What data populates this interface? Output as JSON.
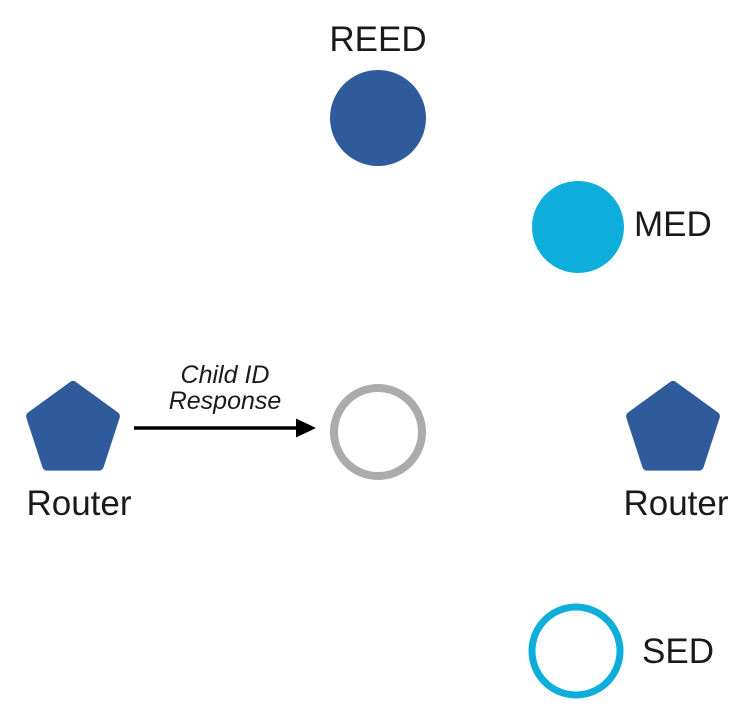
{
  "diagram": {
    "type": "network-topology",
    "colors": {
      "router_blue": "#2F5B9D",
      "end_device_cyan": "#0DAEDB",
      "joining_gray": "#ABABAB",
      "arrow_black": "#000000"
    },
    "nodes": {
      "reed": {
        "label": "REED",
        "shape": "circle",
        "style": "filled"
      },
      "med": {
        "label": "MED",
        "shape": "circle",
        "style": "filled"
      },
      "router_left": {
        "label": "Router",
        "shape": "pentagon",
        "style": "filled"
      },
      "router_right": {
        "label": "Router",
        "shape": "pentagon",
        "style": "filled"
      },
      "joining_device": {
        "label": "",
        "shape": "circle",
        "style": "outline"
      },
      "sed": {
        "label": "SED",
        "shape": "circle",
        "style": "outline"
      }
    },
    "arrow": {
      "from": "router_left",
      "to": "joining_device",
      "label_line1": "Child ID",
      "label_line2": "Response"
    }
  }
}
